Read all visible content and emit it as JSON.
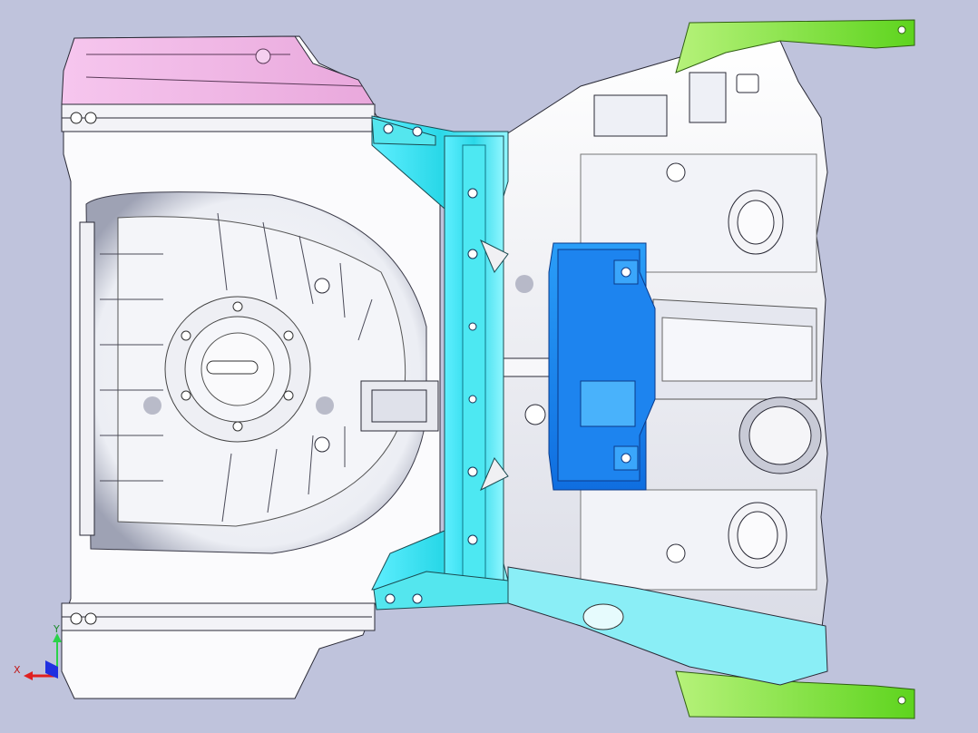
{
  "viewport": {
    "background": "#bfc3dc",
    "parts": [
      {
        "id": "rear-floor-panel",
        "color": "#ffffff"
      },
      {
        "id": "left-rear-wheelhouse",
        "color": "#f2b6e6"
      },
      {
        "id": "crossmember",
        "color": "#2ee6ef"
      },
      {
        "id": "seat-bracket",
        "color": "#1a8cf0"
      },
      {
        "id": "side-rail-front",
        "color": "#7fe03a"
      }
    ]
  },
  "triad": {
    "x_label": "X",
    "y_label": "Y",
    "x_color": "#e02020",
    "y_color": "#2ad24a",
    "z_color": "#2030e0"
  }
}
